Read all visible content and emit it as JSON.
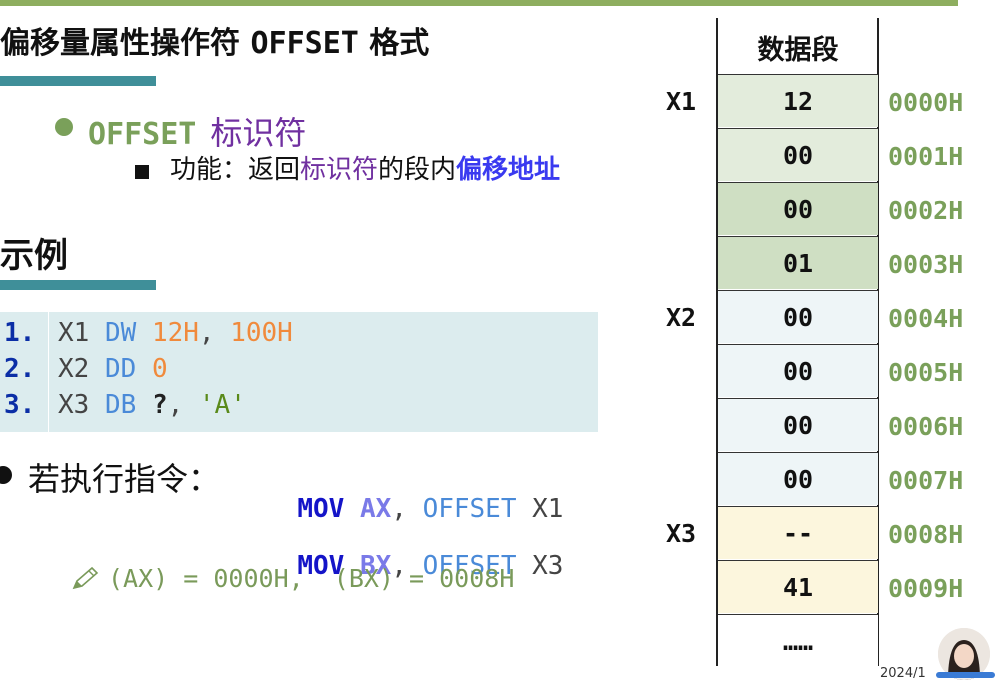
{
  "slide": {
    "title_cn": "偏移量属性操作符",
    "title_kw": "OFFSET",
    "title_tail": "格式",
    "bullet_kw": "OFFSET",
    "bullet_id": "标识符",
    "func_prefix": "功能：返回",
    "func_purple": "标识符",
    "func_mid": "的段内",
    "func_blue": "偏移地址",
    "example_heading": "示例",
    "exec_label": "若执行指令：",
    "result": "(AX) = 0000H,  (BX) = 0008H"
  },
  "code": [
    {
      "num": "1.",
      "id": "X1",
      "kw": "DW",
      "args": [
        {
          "t": "12H",
          "c": "num"
        },
        {
          "t": ", ",
          "c": "punc"
        },
        {
          "t": "100H",
          "c": "num"
        }
      ]
    },
    {
      "num": "2.",
      "id": "X2",
      "kw": "DD",
      "args": [
        {
          "t": "0",
          "c": "num"
        }
      ]
    },
    {
      "num": "3.",
      "id": "X3",
      "kw": "DB",
      "args": [
        {
          "t": "?",
          "c": "q"
        },
        {
          "t": ", ",
          "c": "punc"
        },
        {
          "t": "'A'",
          "c": "str"
        }
      ]
    }
  ],
  "instructions": [
    {
      "op": "MOV",
      "reg": "AX",
      "comma": ",",
      "off": "OFFSET",
      "var": "X1"
    },
    {
      "op": "MOV",
      "reg": "BX",
      "comma": ",",
      "off": "OFFSET",
      "var": "X3"
    }
  ],
  "memory": {
    "header": "数据段",
    "rows": [
      {
        "label": "X1",
        "value": "12",
        "addr": "0000H",
        "bg": "#e3ecdc"
      },
      {
        "label": "",
        "value": "00",
        "addr": "0001H",
        "bg": "#e3ecdc"
      },
      {
        "label": "",
        "value": "00",
        "addr": "0002H",
        "bg": "#cfdfc3"
      },
      {
        "label": "",
        "value": "01",
        "addr": "0003H",
        "bg": "#cfdfc3"
      },
      {
        "label": "X2",
        "value": "00",
        "addr": "0004H",
        "bg": "#eef5f7"
      },
      {
        "label": "",
        "value": "00",
        "addr": "0005H",
        "bg": "#eef5f7"
      },
      {
        "label": "",
        "value": "00",
        "addr": "0006H",
        "bg": "#eef5f7"
      },
      {
        "label": "",
        "value": "00",
        "addr": "0007H",
        "bg": "#eef5f7"
      },
      {
        "label": "X3",
        "value": "--",
        "addr": "0008H",
        "bg": "#fcf6dd"
      },
      {
        "label": "",
        "value": "41",
        "addr": "0009H",
        "bg": "#fcf6dd"
      },
      {
        "label": "",
        "value": "……",
        "addr": "",
        "bg": "#ffffff"
      }
    ]
  },
  "footer": {
    "date": "2024/1"
  },
  "colors": {
    "accent_green": "#8eae5f",
    "teal": "#3f8f99",
    "purple": "#7030a0",
    "blue": "#3a3af0"
  }
}
